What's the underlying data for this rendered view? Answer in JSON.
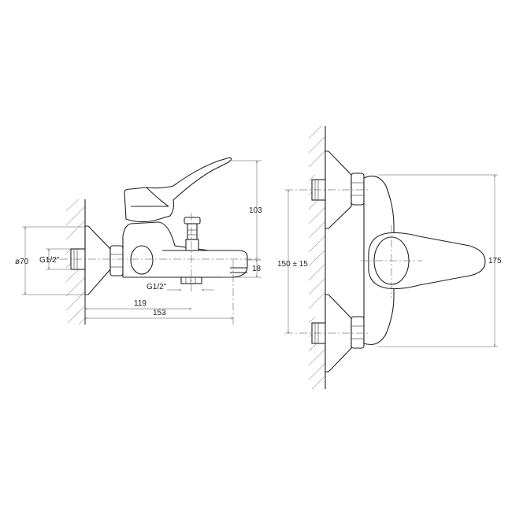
{
  "side_view": {
    "dim_height": "103",
    "dim_diameter": "ø70",
    "dim_inlet_thread": "G1/2\"",
    "dim_outlet_thread": "G1/2\"",
    "dim_spout_offset": "18",
    "dim_length_short": "119",
    "dim_length_long": "153"
  },
  "front_view": {
    "dim_centers": "150 ± 15",
    "dim_height": "175"
  }
}
